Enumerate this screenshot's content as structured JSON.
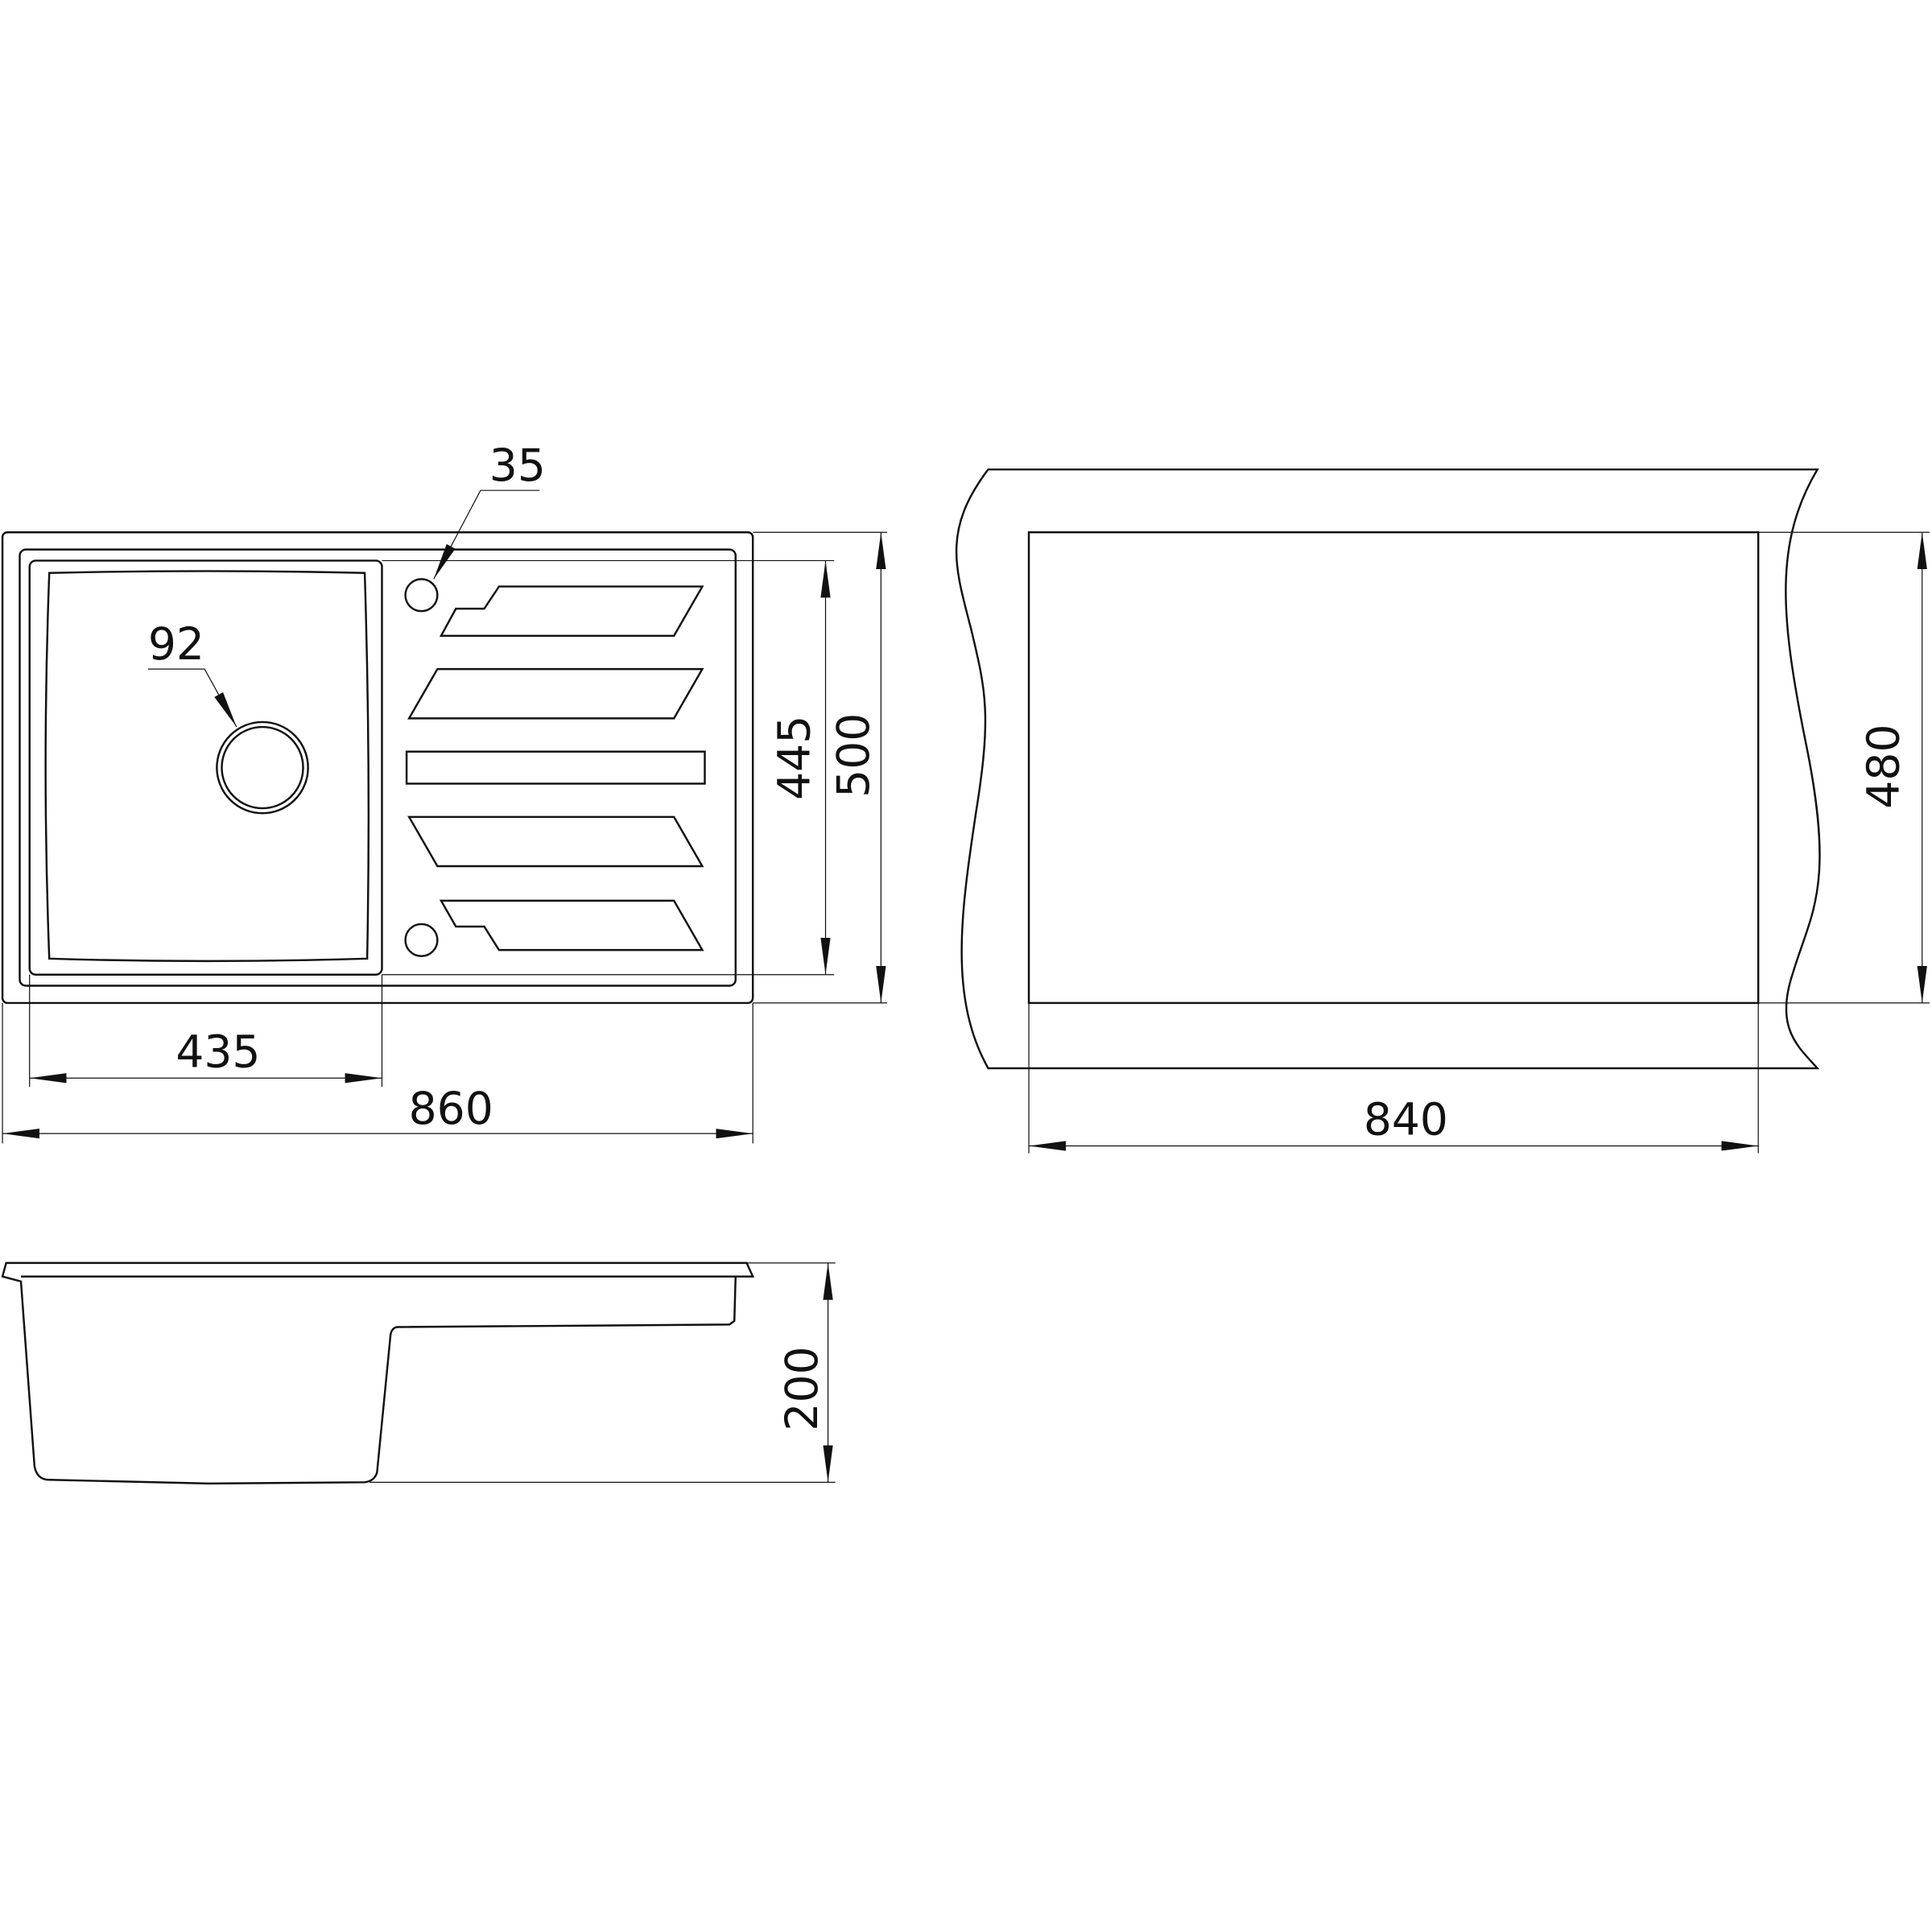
{
  "drawing": {
    "top_view": {
      "faucet_hole_diameter": "35",
      "drain_diameter": "92",
      "bowl_width": "435",
      "overall_width": "860",
      "bowl_depth": "445",
      "overall_depth": "500"
    },
    "cutout_view": {
      "cutout_width": "840",
      "cutout_depth": "480"
    },
    "side_view": {
      "height": "200"
    },
    "line_color": "#111111"
  }
}
